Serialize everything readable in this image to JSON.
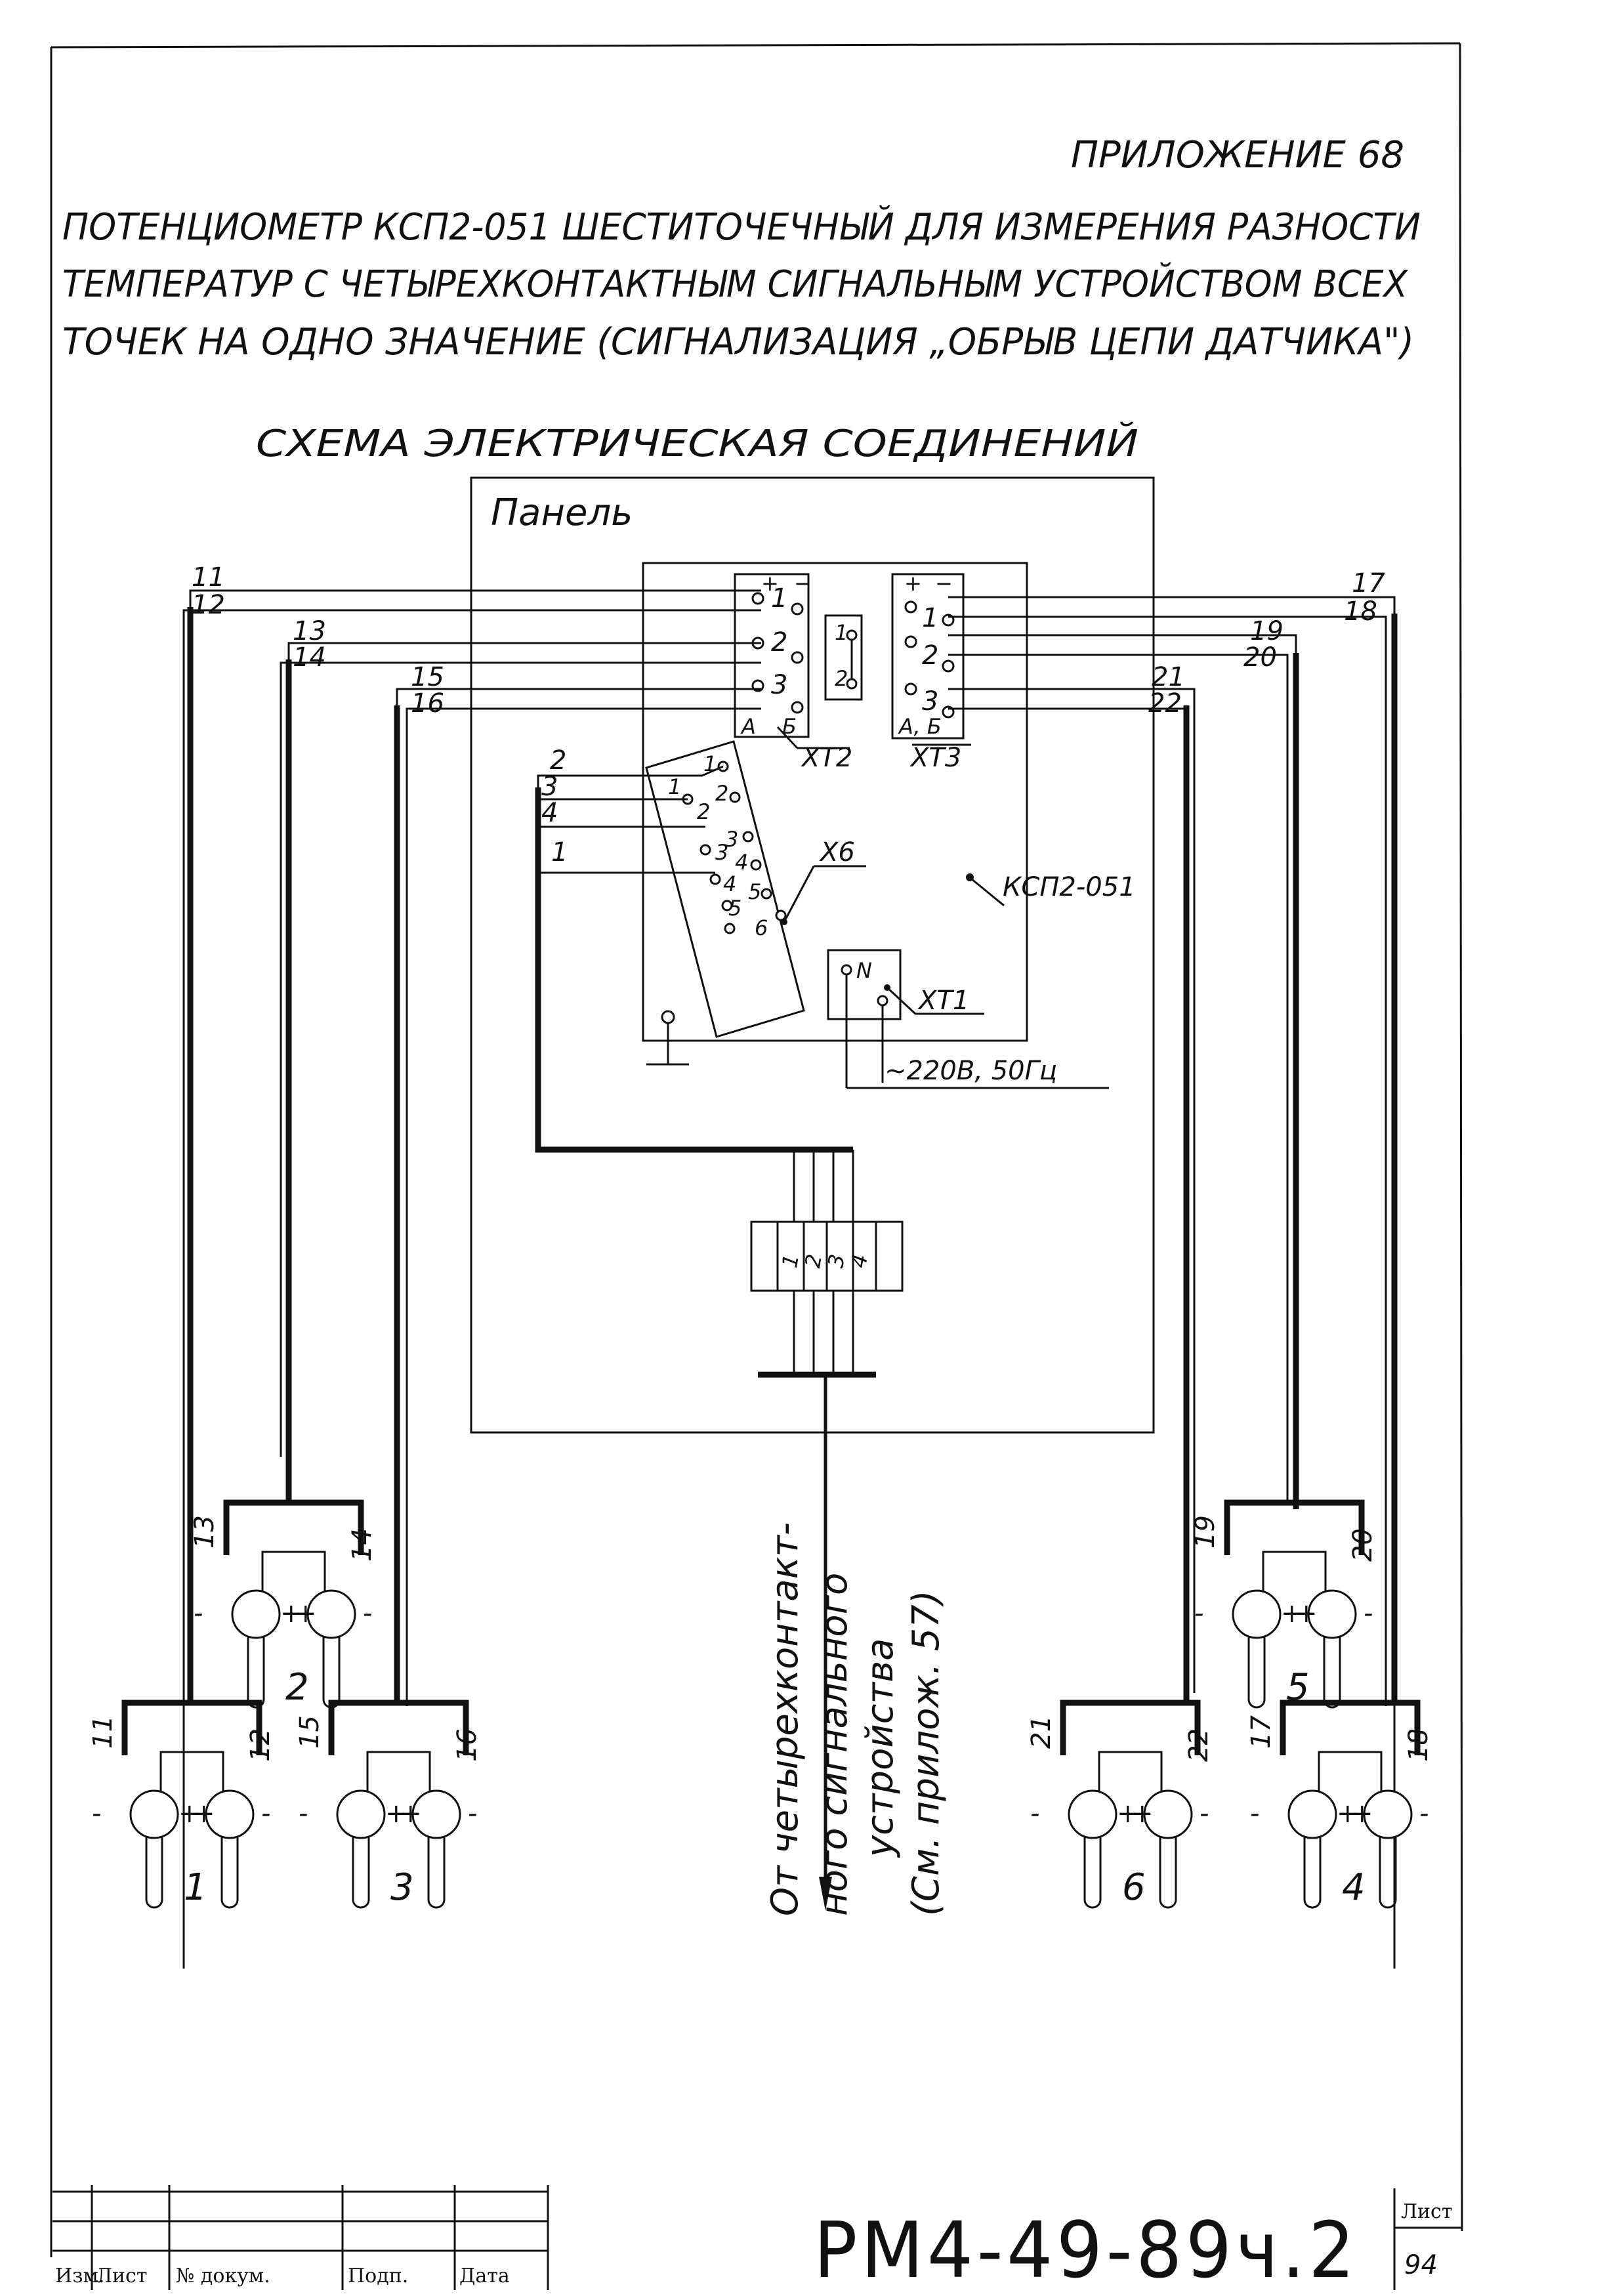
{
  "header": {
    "appendix": "ПРИЛОЖЕНИЕ 68",
    "title_lines": [
      "ПОТЕНЦИОМЕТР КСП2-051 ШЕСТИТОЧЕЧНЫЙ ДЛЯ ИЗМЕРЕНИЯ РАЗНОСТИ",
      "ТЕМПЕРАТУР С ЧЕТЫРЕХКОНТАКТНЫМ СИГНАЛЬНЫМ УСТРОЙСТВОМ ВСЕХ",
      "ТОЧЕК НА ОДНО ЗНАЧЕНИЕ (СИГНАЛИЗАЦИЯ „ОБРЫВ ЦЕПИ ДАТЧИКА\")"
    ],
    "subtitle": "СХЕМА ЭЛЕКТРИЧЕСКАЯ СОЕДИНЕНИЙ"
  },
  "diagram": {
    "panel_label": "Панель",
    "device_label": "КСП2-051",
    "xt1_label": "XT1",
    "xt1_pin": "N",
    "xt2_label": "XT2",
    "xt3_label": "XT3",
    "x6_label": "X6",
    "power_label": "~220В, 50Гц",
    "xt2_polarity": [
      "+",
      "−"
    ],
    "xt3_polarity": [
      "+",
      "−"
    ],
    "xt2_pins": [
      "1",
      "2",
      "3",
      "A",
      "Б"
    ],
    "xt3_pins": [
      "1",
      "2",
      "3",
      "A, Б"
    ],
    "jumper_pins": [
      "1",
      "2"
    ],
    "x6_pins": [
      "1",
      "2",
      "3",
      "4",
      "5",
      "6"
    ],
    "left_wires": [
      "11",
      "12",
      "13",
      "14",
      "15",
      "16"
    ],
    "right_wires": [
      "17",
      "18",
      "19",
      "20",
      "21",
      "22"
    ],
    "x6_wires": [
      "2",
      "3",
      "4",
      "1"
    ],
    "terminal_block_pins": [
      "1",
      "2",
      "3",
      "4"
    ],
    "signal_note_lines": [
      "От четырехконтакт-",
      "ного сигнального",
      "устройства",
      "(См. прилож. 57)"
    ],
    "sensors": [
      {
        "number": "1",
        "wire_a": "11",
        "wire_b": "12"
      },
      {
        "number": "2",
        "wire_a": "13",
        "wire_b": "14"
      },
      {
        "number": "3",
        "wire_a": "15",
        "wire_b": "16"
      },
      {
        "number": "4",
        "wire_a": "17",
        "wire_b": "18"
      },
      {
        "number": "5",
        "wire_a": "19",
        "wire_b": "20"
      },
      {
        "number": "6",
        "wire_a": "21",
        "wire_b": "22"
      }
    ],
    "sensor_signs": {
      "plus": "+",
      "minus": "-"
    }
  },
  "title_block": {
    "code": "РМ4-49-89ч.2",
    "sheet_label": "Лист",
    "sheet_number": "94",
    "columns": [
      "Изм.",
      "Лист",
      "№ докум.",
      "Подп.",
      "Дата"
    ]
  }
}
